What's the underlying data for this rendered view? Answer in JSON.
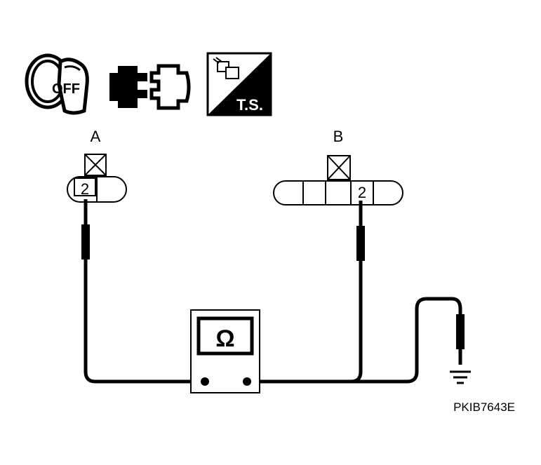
{
  "icons": {
    "ignition": {
      "icon": "ignition-key-icon",
      "text": "OFF"
    },
    "connector": {
      "icon": "disconnected-connector-icon"
    },
    "test_probe": {
      "icon": "ts-probe-icon",
      "text": "T.S."
    }
  },
  "connectors": {
    "a": {
      "label": "A",
      "terminal": "2"
    },
    "b": {
      "label": "B",
      "terminal": "2"
    }
  },
  "meter": {
    "symbol": "Ω",
    "icon": "ohmmeter-icon"
  },
  "ground": {
    "icon": "ground-icon"
  },
  "figure_code": "PKIB7643E"
}
